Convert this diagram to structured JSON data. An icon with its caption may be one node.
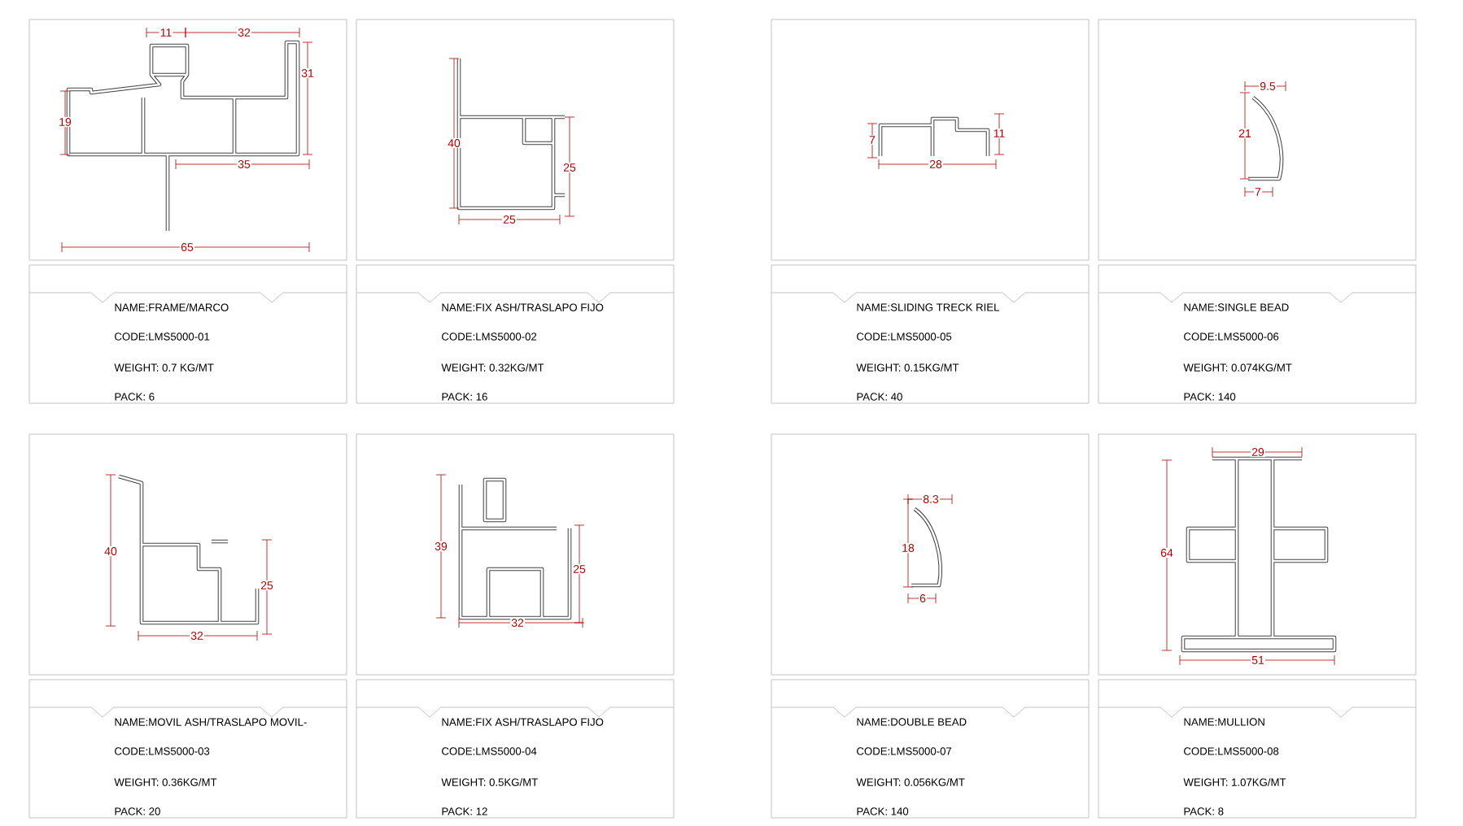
{
  "diagram": {
    "nodes": [
      {
        "text": [
          "NAME:FRAME/MARCO",
          "CODE:LMS5000-01",
          "WEIGHT: 0.7  KG/MT",
          "PACK: 6"
        ]
      },
      {
        "text": [
          "NAME:FIX ASH/TRASLAPO FIJO",
          "CODE:LMS5000-02",
          "WEIGHT: 0.32KG/MT",
          "PACK: 16"
        ]
      },
      {
        "text": [
          "NAME:SLIDING TRECK RIEL",
          "CODE:LMS5000-05",
          "WEIGHT: 0.15KG/MT",
          "PACK: 40"
        ]
      },
      {
        "text": [
          "NAME:SINGLE BEAD",
          "CODE:LMS5000-06",
          "WEIGHT: 0.074KG/MT",
          "PACK: 140"
        ]
      },
      {
        "text": [
          "NAME:MOVIL ASH/TRASLAPO MOVIL-",
          "CODE:LMS5000-03",
          "WEIGHT: 0.36KG/MT",
          "PACK: 20"
        ]
      },
      {
        "text": [
          "NAME:FIX ASH/TRASLAPO FIJO",
          "CODE:LMS5000-04",
          "WEIGHT: 0.5KG/MT",
          "PACK: 12"
        ]
      },
      {
        "text": [
          "NAME:DOUBLE BEAD",
          "CODE:LMS5000-07",
          "WEIGHT: 0.056KG/MT",
          "PACK: 140"
        ]
      },
      {
        "text": [
          "NAME:MULLION",
          "CODE:LMS5000-08",
          "WEIGHT: 1.07KG/MT",
          "PACK: 8"
        ]
      }
    ],
    "labels": [
      "11",
      "32",
      "19",
      "31",
      "35",
      "65",
      "40",
      "25",
      "25",
      "7",
      "11",
      "28",
      "9.5",
      "21",
      "7",
      "40",
      "25",
      "32",
      "39",
      "25",
      "32",
      "8.3",
      "18",
      "6",
      "29",
      "64",
      "51"
    ]
  }
}
